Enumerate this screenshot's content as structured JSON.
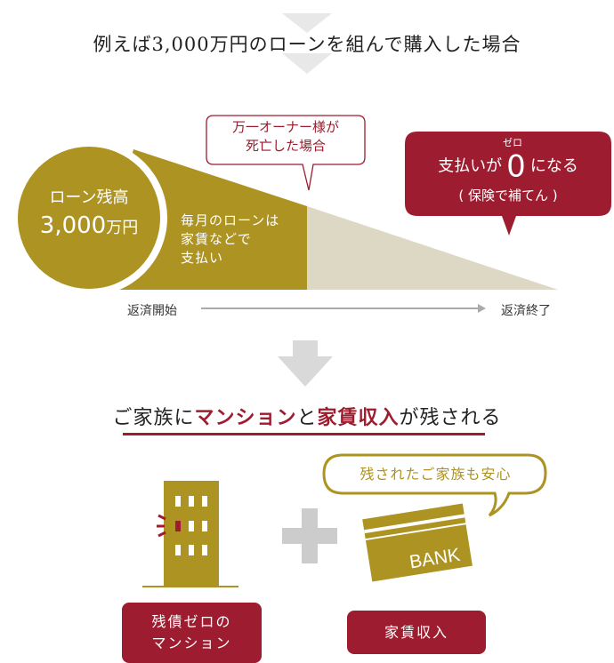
{
  "title": "例えば3,000万円のローンを組んで購入した場合",
  "diagram": {
    "circle_line1": "ローン残高",
    "circle_amount": "3,000",
    "circle_unit": "万円",
    "monthly_lines": [
      "毎月のローンは",
      "家賃などで",
      "支払い"
    ],
    "bubble_death_lines": [
      "万一オーナー様が",
      "死亡した場合"
    ],
    "bubble_zero": {
      "ruby": "ゼロ",
      "prefix": "支払いが",
      "zero": "0",
      "suffix": "になる",
      "note": "( 保険で補てん )"
    },
    "axis_start": "返済開始",
    "axis_end": "返済終了"
  },
  "heading": {
    "p1": "ご家族に",
    "h1": "マンション",
    "p2": "と",
    "h2": "家賃収入",
    "p3": "が残される"
  },
  "bubble_relief": "残されたご家族も安心",
  "bank_label": "BANK",
  "label_mansion_lines": [
    "残債ゼロの",
    "マンション"
  ],
  "label_rent": "家賃収入",
  "colors": {
    "olive": "#ad9321",
    "beige": "#ddd8c4",
    "red": "#9e1c2f",
    "gray": "#d6d6d6"
  }
}
